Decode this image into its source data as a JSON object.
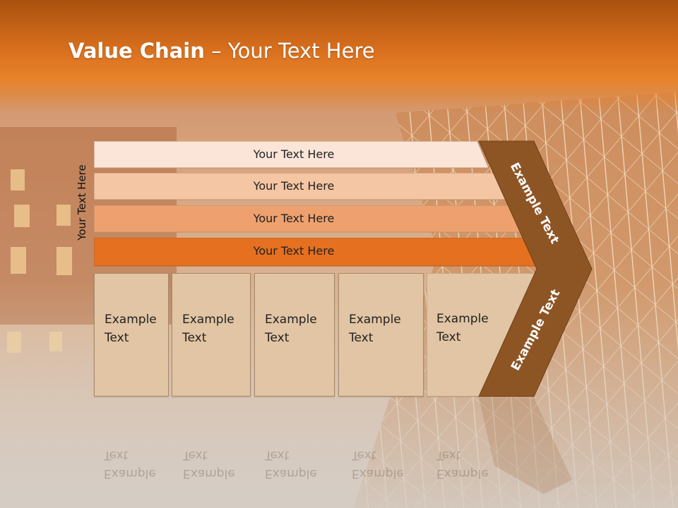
{
  "slide": {
    "title_bold": "Value Chain",
    "title_rest": " – Your Text Here",
    "vertical_label": "Your Text Here"
  },
  "support_rows": [
    {
      "label": "Your Text Here",
      "color": "#fbe5d8"
    },
    {
      "label": "Your Text Here",
      "color": "#f5c6a4"
    },
    {
      "label": "Your Text Here",
      "color": "#eea16e"
    },
    {
      "label": "Your Text Here",
      "color": "#e5701f"
    }
  ],
  "primary_boxes": [
    {
      "label": "Example Text"
    },
    {
      "label": "Example Text"
    },
    {
      "label": "Example Text"
    },
    {
      "label": "Example Text"
    },
    {
      "label": "Example Text"
    }
  ],
  "chevron": {
    "upper_label": "Example Text",
    "lower_label": "Example Text",
    "color": "#8e5524"
  },
  "colors": {
    "header": "#d9701e",
    "box_fill": "#e2c5a4"
  }
}
